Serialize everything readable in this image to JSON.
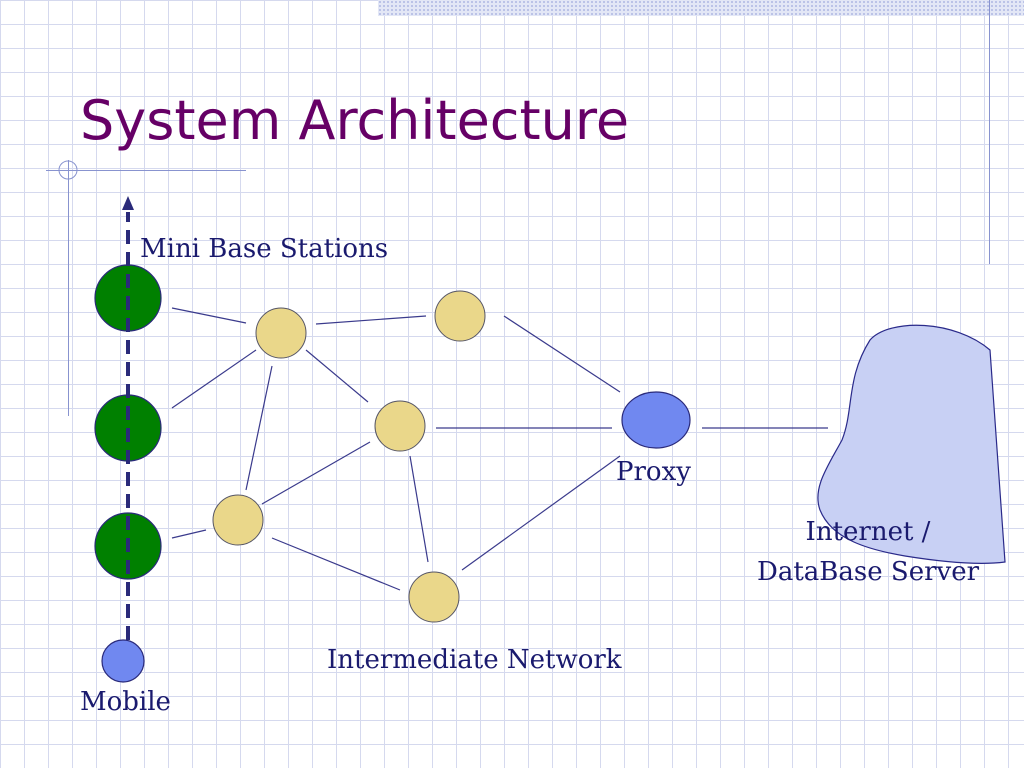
{
  "slide": {
    "title": "System Architecture"
  },
  "labels": {
    "mini_base_stations": "Mini Base Stations",
    "proxy": "Proxy",
    "internet_line1": "Internet /",
    "internet_line2": "DataBase Server",
    "intermediate_network": "Intermediate Network",
    "mobile": "Mobile"
  },
  "colors": {
    "title": "#660066",
    "label": "#1a1a6e",
    "base_station_fill": "#008000",
    "network_node_fill": "#ead78a",
    "proxy_fill": "#7088f0",
    "mobile_fill": "#7088f0",
    "cloud_fill": "#c8d0f4",
    "link_line": "#3a3a8c",
    "mobile_path": "#2a2a7a"
  },
  "icons": {
    "cloud": "internet-cloud-icon"
  }
}
